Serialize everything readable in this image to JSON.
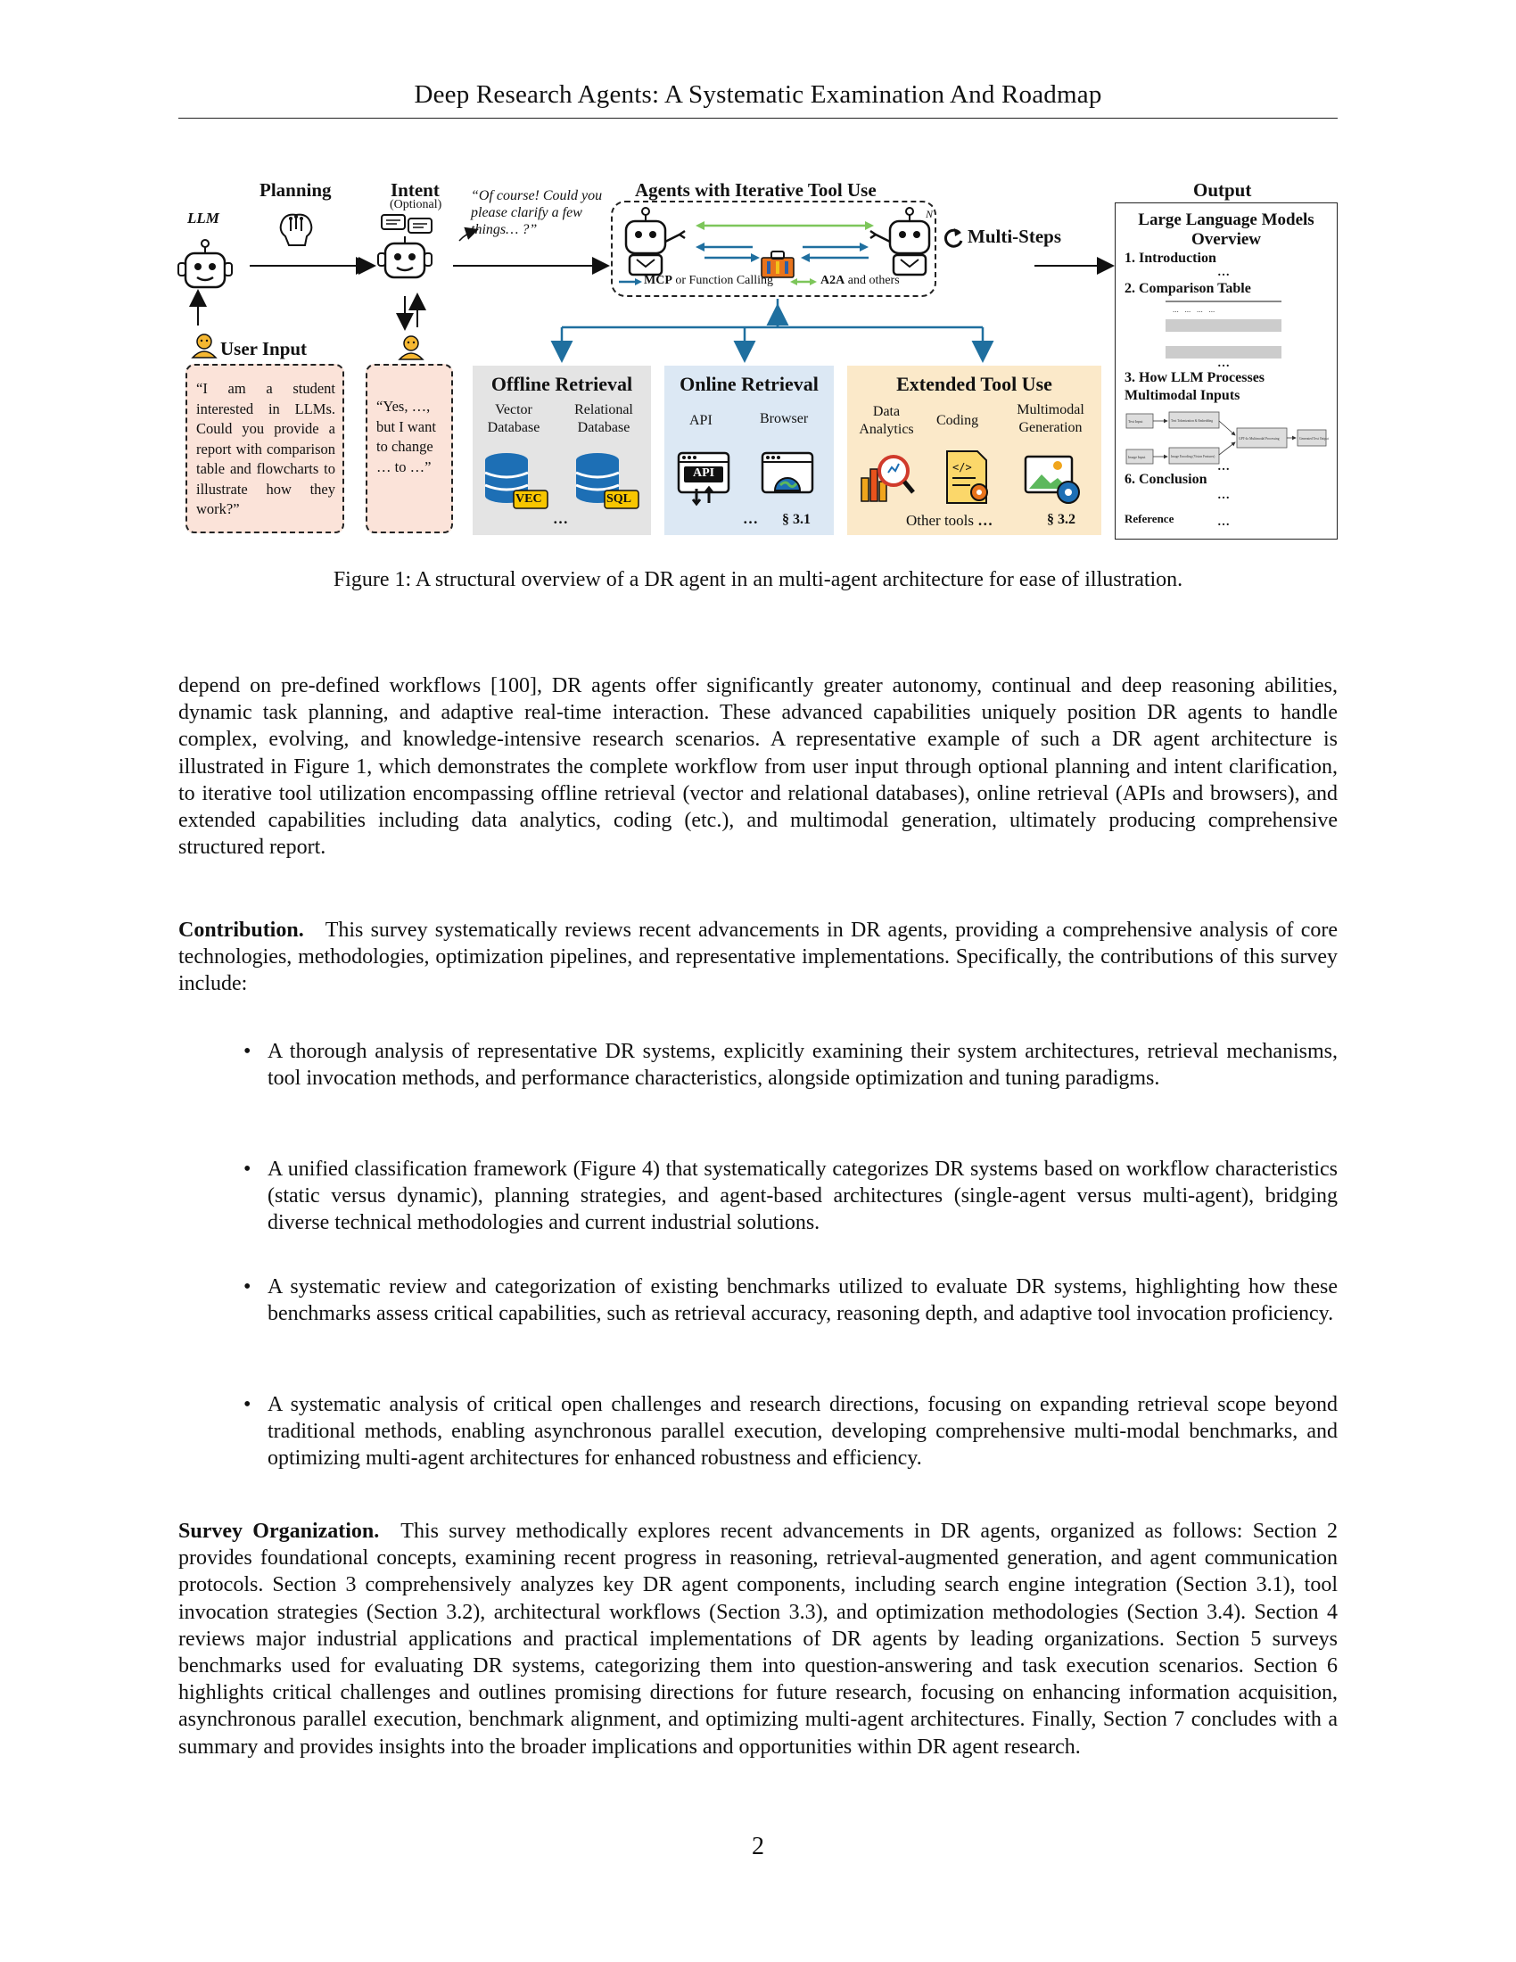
{
  "header": {
    "title": "Deep Research Agents: A Systematic Examination And Roadmap"
  },
  "figure": {
    "llm_label": "LLM",
    "planning_label": "Planning",
    "intent_label": "Intent",
    "intent_optional": "(Optional)",
    "intent_quote": "“Of course! Could you please clarify a few things… ?”",
    "agents_label": "Agents with Iterative Tool Use",
    "agent_n": "N",
    "mcp_legend_bold": "MCP",
    "mcp_legend_rest": " or Function Calling",
    "a2a_legend_bold": "A2A",
    "a2a_legend_rest": " and others",
    "multi_steps": "Multi-Steps",
    "user_input_label": "User Input",
    "user_quote": "“I am a student interested in LLMs. Could you provide a report with comparison table and flowcharts to illustrate how they work?”",
    "agent_reply": "“Yes, …, but I want to change … to …”",
    "offline": {
      "title": "Offline Retrieval",
      "col1": "Vector Database",
      "col2": "Relational Database",
      "vec": "VEC",
      "sql": "SQL",
      "dots": "…"
    },
    "online": {
      "title": "Online Retrieval",
      "col1": "API",
      "col2": "Browser",
      "api_badge": "API",
      "dots": "…",
      "section": "§ 3.1"
    },
    "extended": {
      "title": "Extended Tool Use",
      "col1": "Data Analytics",
      "col2": "Coding",
      "col3": "Multimodal Generation",
      "other": "Other tools",
      "dots": "…",
      "section": "§ 3.2"
    },
    "output": {
      "label": "Output",
      "title_line1": "Large Language Models",
      "title_line2": "Overview",
      "item1": "1. Introduction",
      "item2": "2. Comparison Table",
      "item3_line1": "3. How LLM Processes",
      "item3_line2": "Multimodal Inputs",
      "item6": "6. Conclusion",
      "reference": "Reference",
      "dots": "…",
      "flow_text_input": "Text Input",
      "flow_tokenize": "Text Tokenization & Embedding",
      "flow_image_input": "Image Input",
      "flow_image_enc": "Image Encoding (Vision Features)",
      "flow_gpt": "GPT-4o Multimodal Processing",
      "flow_output": "Generated Text Output"
    },
    "caption": "Figure 1: A structural overview of a DR agent in an multi-agent architecture for ease of illustration."
  },
  "body": {
    "para1": "depend on pre-defined workflows [100], DR agents offer significantly greater autonomy, continual and deep reasoning abilities, dynamic task planning, and adaptive real-time interaction. These advanced capabilities uniquely position DR agents to handle complex, evolving, and knowledge-intensive research scenarios. A representative example of such a DR agent architecture is illustrated in Figure 1, which demonstrates the complete workflow from user input through optional planning and intent clarification, to iterative tool utilization encompassing offline retrieval (vector and relational databases), online retrieval (APIs and browsers), and extended capabilities including data analytics, coding (etc.), and multimodal generation, ultimately producing comprehensive structured report.",
    "contribution_heading": "Contribution.",
    "contribution_text": "This survey systematically reviews recent advancements in DR agents, providing a comprehensive analysis of core technologies, methodologies, optimization pipelines, and representative implementations. Specifically, the contributions of this survey include:",
    "bullets": [
      "A thorough analysis of representative DR systems, explicitly examining their system architectures, retrieval mechanisms, tool invocation methods, and performance characteristics, alongside optimization and tuning paradigms.",
      "A unified classification framework (Figure 4) that systematically categorizes DR systems based on workflow characteristics (static versus dynamic), planning strategies, and agent-based architectures (single-agent versus multi-agent), bridging diverse technical methodologies and current industrial solutions.",
      "A systematic review and categorization of existing benchmarks utilized to evaluate DR systems, highlighting how these benchmarks assess critical capabilities, such as retrieval accuracy, reasoning depth, and adaptive tool invocation proficiency.",
      "A systematic analysis of critical open challenges and research directions, focusing on expanding retrieval scope beyond traditional methods, enabling asynchronous parallel execution, developing comprehensive multi-modal benchmarks, and optimizing multi-agent architectures for enhanced robustness and efficiency."
    ],
    "bullet_symbol": "•",
    "org_heading": "Survey Organization.",
    "org_text": "This survey methodically explores recent advancements in DR agents, organized as follows: Section 2 provides foundational concepts, examining recent progress in reasoning, retrieval-augmented generation, and agent communication protocols. Section 3 comprehensively analyzes key DR agent components, including search engine integration (Section 3.1), tool invocation strategies (Section 3.2), architectural workflows (Section 3.3), and optimization methodologies (Section 3.4). Section 4 reviews major industrial applications and practical implementations of DR agents by leading organizations. Section 5 surveys benchmarks used for evaluating DR systems, categorizing them into question-answering and task execution scenarios. Section 6 highlights critical challenges and outlines promising directions for future research, focusing on enhancing information acquisition, asynchronous parallel execution, benchmark alignment, and optimizing multi-agent architectures. Finally, Section 7 concludes with a summary and provides insights into the broader implications and opportunities within DR agent research."
  },
  "page_number": "2",
  "colors": {
    "offline_bg": "#e4e4e4",
    "online_bg": "#dce8f4",
    "extended_bg": "#fbe9c9",
    "quote_bg": "#fbe3d9",
    "arrow_blue": "#1f6f9f",
    "arrow_green": "#7dc65a",
    "db_blue": "#1d6fb5",
    "badge_yellow": "#f7c600"
  }
}
